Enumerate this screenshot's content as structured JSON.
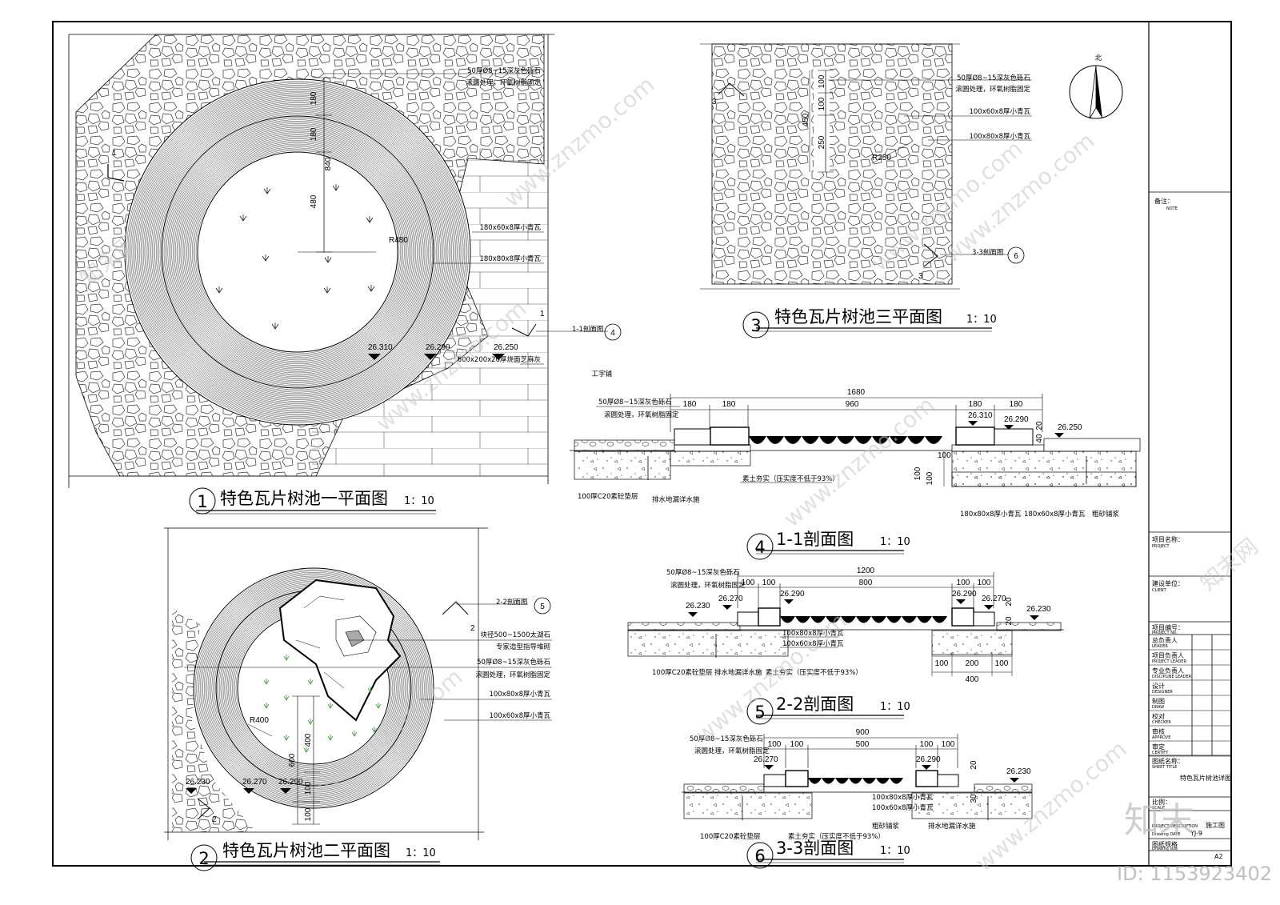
{
  "plans": {
    "plan1": {
      "number": "1",
      "title": "特色瓦片树池一平面图",
      "scale": "1：10"
    },
    "plan2": {
      "number": "2",
      "title": "特色瓦片树池二平面图",
      "scale": "1：10"
    },
    "plan3": {
      "number": "3",
      "title": "特色瓦片树池三平面图",
      "scale": "1：10"
    }
  },
  "sections": {
    "s1": {
      "number": "4",
      "title": "1-1剖面图",
      "scale": "1：10"
    },
    "s2": {
      "number": "5",
      "title": "2-2剖面图",
      "scale": "1：10"
    },
    "s3": {
      "number": "6",
      "title": "3-3剖面图",
      "scale": "1：10"
    }
  },
  "plan1_labels": {
    "pebble_1": "50厚Ø8~15深灰色砾石",
    "pebble_2": "滚圆处理，环氧树脂固定",
    "tile_180x60": "180x60x8厚小青瓦",
    "tile_180x80": "180x80x8厚小青瓦",
    "section_ref": "1-1剖面图",
    "section_ref_no": "4",
    "paving_1": "600x200x20厚烧面芝麻灰",
    "paving_2": "工字铺",
    "cut_mark_a": "1",
    "cut_mark_b": "1",
    "radius": "R480",
    "dim_180a": "180",
    "dim_180b": "180",
    "dim_840": "840",
    "dim_480": "480",
    "elev_a": "26.310",
    "elev_b": "26.290",
    "elev_c": "26.250"
  },
  "plan2_labels": {
    "section_ref": "2-2剖面图",
    "section_ref_no": "5",
    "stone_1": "块径500~1500太湖石",
    "stone_2": "专家造型指导堆砌",
    "pebble_1": "50厚Ø8~15深灰色砾石",
    "pebble_2": "滚圆处理，环氧树脂固定",
    "tile_100x80": "100x80x8厚小青瓦",
    "tile_100x60": "100x60x8厚小青瓦",
    "radius": "R400",
    "dim_400": "400",
    "dim_600": "600",
    "dim_100a": "100",
    "dim_100b": "100",
    "elev_a": "26.230",
    "elev_b": "26.270",
    "elev_c": "26.290",
    "cut_mark_a": "2",
    "cut_mark_b": "2"
  },
  "plan3_labels": {
    "pebble_1": "50厚Ø8~15深灰色砾石",
    "pebble_2": "滚圆处理，环氧树脂固定",
    "tile_100x60": "100x60x8厚小青瓦",
    "tile_100x80": "100x80x8厚小青瓦",
    "section_ref": "3-3剖面图",
    "section_ref_no": "6",
    "radius": "R250",
    "dim_450": "450",
    "dim_100a": "100",
    "dim_100b": "100",
    "dim_250": "250",
    "cut_mark_a": "3",
    "cut_mark_b": "3"
  },
  "s1_labels": {
    "pebble_1": "50厚Ø8~15深灰色砾石",
    "pebble_2": "滚圆处理，环氧树脂固定",
    "dim_total": "1680",
    "dim_180a": "180",
    "dim_180b": "180",
    "dim_960": "960",
    "dim_180c": "180",
    "dim_180d": "180",
    "elev_a": "26.310",
    "elev_b": "26.290",
    "elev_c": "26.250",
    "dim_20": "20",
    "dim_40": "40",
    "dim_100a": "100",
    "dim_100b": "100",
    "dim_100c": "100",
    "concrete": "100厚C20素砼垫层",
    "drain": "排水地漏详水施",
    "soil": "素土夯实（压实度不低于93%）",
    "tile_180x80": "180x80x8厚小青瓦",
    "tile_180x60": "180x60x8厚小青瓦",
    "mortar": "粗砂铺浆"
  },
  "s2_labels": {
    "pebble_1": "50厚Ø8~15深灰色砾石",
    "pebble_2": "滚圆处理，环氧树脂固定",
    "dim_total": "1200",
    "dim_100a": "100",
    "dim_100b": "100",
    "dim_800": "800",
    "dim_100c": "100",
    "dim_100d": "100",
    "elev_a": "26.230",
    "elev_b": "26.270",
    "elev_c": "26.290",
    "elev_d": "26.290",
    "elev_e": "26.270",
    "elev_f": "26.230",
    "dim_20a": "20",
    "dim_20b": "20",
    "tile_100x80": "100x80x8厚小青瓦",
    "tile_100x60": "100x60x8厚小青瓦",
    "concrete": "100厚C20素砼垫层",
    "drain": "排水地漏详水施",
    "soil": "素土夯实（压实度不低于93%）",
    "dim_b100a": "100",
    "dim_b200": "200",
    "dim_b100b": "100",
    "dim_b400": "400"
  },
  "s3_labels": {
    "pebble_1": "50厚Ø8~15深灰色砾石",
    "pebble_2": "滚圆处理，环氧树脂固定",
    "dim_total": "900",
    "dim_100a": "100",
    "dim_100b": "100",
    "dim_500": "500",
    "dim_100c": "100",
    "dim_100d": "100",
    "elev_a": "26.270",
    "elev_b": "26.290",
    "elev_c": "26.230",
    "dim_20": "20",
    "dim_30": "30",
    "tile_100x80": "100x80x8厚小青瓦",
    "tile_100x60": "100x60x8厚小青瓦",
    "mortar": "粗砂铺浆",
    "drain": "排水地漏详水施",
    "concrete": "100厚C20素砼垫层",
    "soil": "素土夯实（压实度不低于93%）"
  },
  "north_label": "北",
  "title_block": {
    "note_cn": "备注：",
    "note_en": "NOTE",
    "project_cn": "项目名称：",
    "project_en": "PROJECT",
    "client_cn": "建设单位：",
    "client_en": "CLIENT",
    "projno_cn": "项目编号：",
    "projno_en": "PROJECT No.",
    "rows": [
      {
        "cn": "总负责人",
        "en": "LEADER"
      },
      {
        "cn": "项目负责人",
        "en": "PROJECT LEADER"
      },
      {
        "cn": "专业负责人",
        "en": "DISCIPLINE LEADER"
      },
      {
        "cn": "设计",
        "en": "DESIGNER"
      },
      {
        "cn": "制图",
        "en": "DRAW"
      },
      {
        "cn": "校对",
        "en": "CHECKER"
      },
      {
        "cn": "审核",
        "en": "APPROVE"
      },
      {
        "cn": "审定",
        "en": "CERTIFY"
      }
    ],
    "sheet_title_cn": "图纸名称：",
    "sheet_title_en": "SHEET TITLE",
    "sheet_title_value": "特色瓦片树池详图",
    "ratio_cn": "比例：",
    "ratio_en": "SCALE",
    "desc_en": "PROJECT DESCRIPTION",
    "desc_value": "施工图",
    "draw_no": "YJ-9",
    "date_en": "Drawing DATE",
    "size_cn": "图纸规格",
    "size_en": "Drawing size",
    "size_value": "A2"
  },
  "watermarks": {
    "site": "www.znzmo.com",
    "brand": "知末网",
    "logo": "知末",
    "id": "ID: 1153923402"
  }
}
